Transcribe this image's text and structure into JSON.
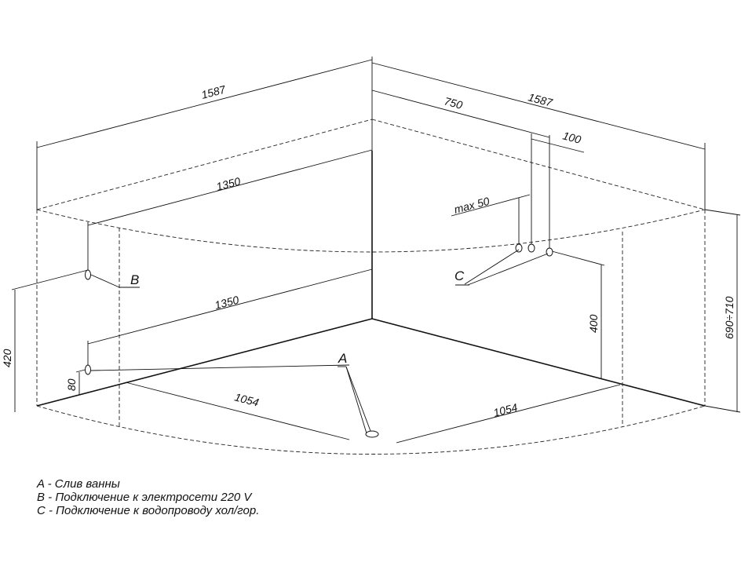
{
  "dimensions": {
    "top_left_width": "1587",
    "top_right_width": "1587",
    "right_offset_750": "750",
    "right_offset_100": "100",
    "max_label": "max  50",
    "inner_upper": "1350",
    "inner_lower": "1350",
    "front_left": "1054",
    "front_right": "1054",
    "height_total": "690÷710",
    "height_left_420": "420",
    "height_left_80": "80",
    "height_right_400": "400"
  },
  "markers": {
    "a": "A",
    "b": "B",
    "c": "C"
  },
  "legend": [
    "A - Слив ванны",
    "B - Подключение к электросети 220 V",
    "C - Подключение к водопроводу хол/гор."
  ]
}
